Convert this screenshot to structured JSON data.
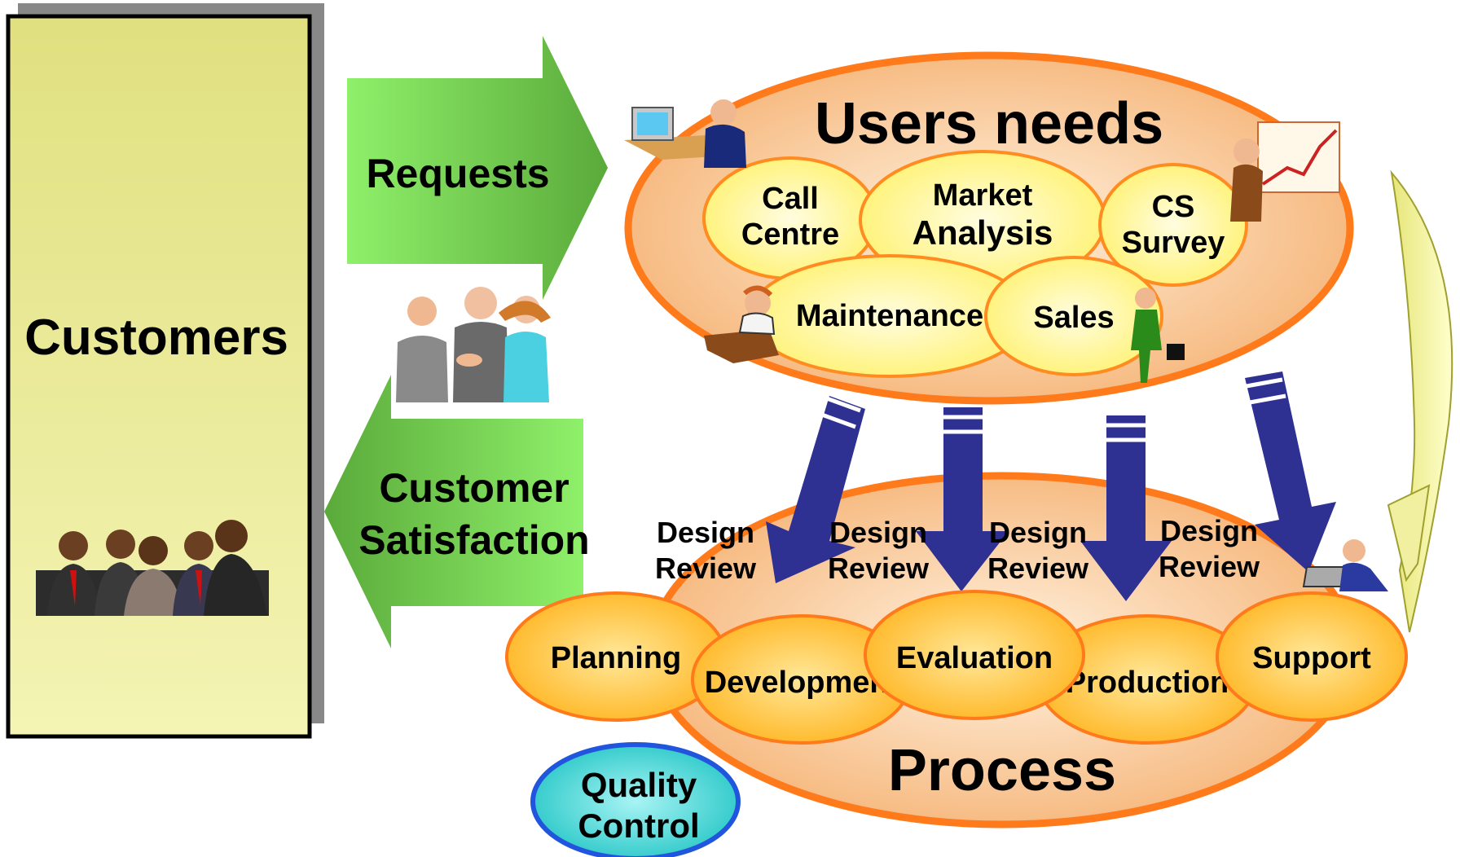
{
  "customers": {
    "label": "Customers"
  },
  "requests": {
    "label": "Requests"
  },
  "satisfaction": {
    "line1": "Customer",
    "line2": "Satisfaction"
  },
  "users_needs": {
    "title": "Users needs",
    "items": [
      {
        "line1": "Call",
        "line2": "Centre"
      },
      {
        "line1": "Market",
        "line2": "Analysis"
      },
      {
        "line1": "CS",
        "line2": "Survey"
      },
      {
        "line1": "Maintenance",
        "line2": ""
      },
      {
        "line1": "Sales",
        "line2": ""
      }
    ]
  },
  "design_review": [
    {
      "line1": "Design",
      "line2": "Review"
    },
    {
      "line1": "Design",
      "line2": "Review"
    },
    {
      "line1": "Design",
      "line2": "Review"
    },
    {
      "line1": "Design",
      "line2": "Review"
    }
  ],
  "process": {
    "title": "Process",
    "stages": [
      "Planning",
      "Development",
      "Evaluation",
      "Production",
      "Support"
    ]
  },
  "quality_control": {
    "line1": "Quality",
    "line2": "Control"
  },
  "colors": {
    "customers_fill": "#e8e89a",
    "arrow_green": "#7ed957",
    "users_fill": "#f7c08a",
    "ellipse_stroke": "#ff7a1a",
    "node_fill": "#fff7a0",
    "stage_fill": "#ffc233",
    "down_arrow": "#2e3192",
    "qc_fill": "#40d0d0",
    "qc_stroke": "#2255dd"
  }
}
